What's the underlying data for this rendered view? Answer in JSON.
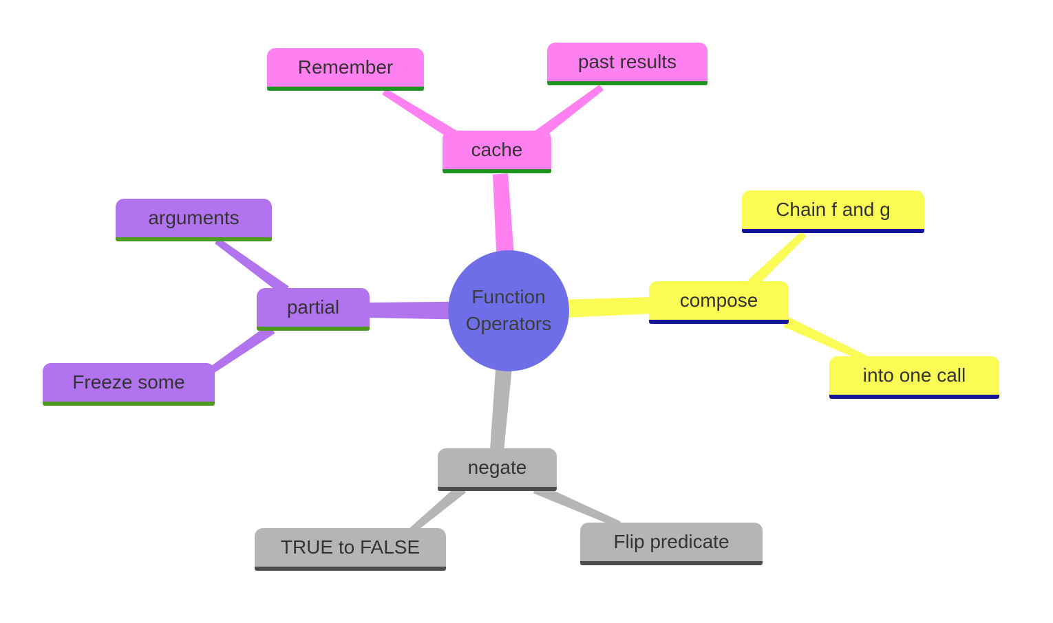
{
  "app": {
    "background": "#FFFFFF"
  },
  "diagram": {
    "center": {
      "label_line1": "Function",
      "label_line2": "Operators",
      "fill": "#6E6FE8",
      "text_color": "#3C3C3C"
    },
    "branches": [
      {
        "name": "cache-branch",
        "color": "#FF80F0",
        "underline_color": "#1E9320",
        "root": {
          "label": "cache"
        },
        "children": [
          {
            "label": "Remember"
          },
          {
            "label": "past results"
          }
        ]
      },
      {
        "name": "partial-branch",
        "color": "#B273EE",
        "underline_color": "#4E9A1E",
        "root": {
          "label": "partial"
        },
        "children": [
          {
            "label": "arguments"
          },
          {
            "label": "Freeze some"
          }
        ]
      },
      {
        "name": "compose-branch",
        "color": "#FBFB55",
        "underline_color": "#16169B",
        "root": {
          "label": "compose"
        },
        "children": [
          {
            "label": "Chain f and g"
          },
          {
            "label": "into one call"
          }
        ]
      },
      {
        "name": "negate-branch",
        "color": "#B5B5B5",
        "underline_color": "#4D4D4D",
        "root": {
          "label": "negate"
        },
        "children": [
          {
            "label": "TRUE to FALSE"
          },
          {
            "label": "Flip predicate"
          }
        ]
      }
    ]
  }
}
